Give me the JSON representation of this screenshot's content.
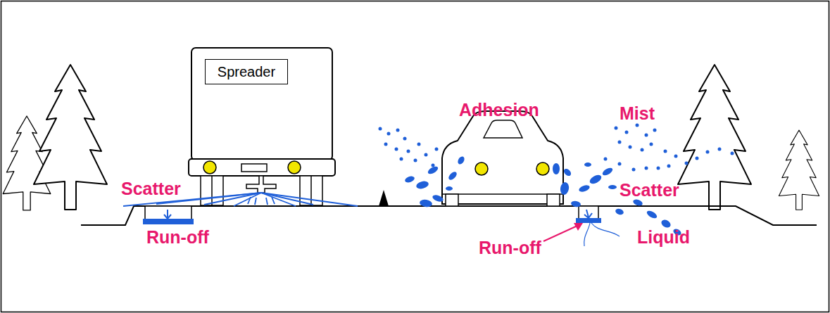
{
  "diagram": {
    "nodes": [
      {
        "text": [
          "Spreader"
        ]
      }
    ],
    "labels": [
      "Adhesion",
      "Mist",
      "Scatter",
      "Scatter",
      "Run-off",
      "Run-off",
      "Liquid"
    ]
  }
}
